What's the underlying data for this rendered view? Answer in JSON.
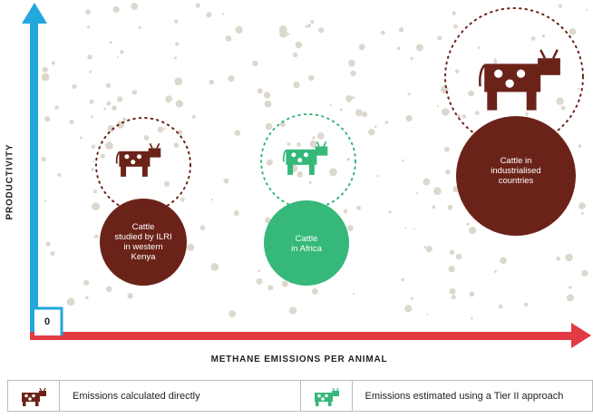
{
  "axes": {
    "y_label": "PRODUCTIVITY",
    "x_label": "METHANE EMISSIONS PER ANIMAL",
    "origin": "0"
  },
  "colors": {
    "y_axis": "#23a7dd",
    "x_axis": "#e23b43",
    "brown": "#6b2319",
    "green": "#35b879",
    "dots": "#ddd8cd"
  },
  "groups": [
    {
      "id": "ilri",
      "label_lines": [
        "Cattle",
        "studied by ILRI",
        "in western",
        "Kenya"
      ],
      "color": "brown",
      "icon": "cow-icon"
    },
    {
      "id": "africa",
      "label_lines": [
        "Cattle",
        "in Africa"
      ],
      "color": "green",
      "icon": "cow-icon"
    },
    {
      "id": "industrial",
      "label_lines": [
        "Cattle in",
        "industrialised",
        "countries"
      ],
      "color": "brown",
      "icon": "cow-icon"
    }
  ],
  "legend": [
    {
      "icon": "brown-cow-icon",
      "text": "Emissions calculated directly"
    },
    {
      "icon": "green-cow-icon",
      "text": "Emissions estimated using a Tier II approach"
    }
  ]
}
